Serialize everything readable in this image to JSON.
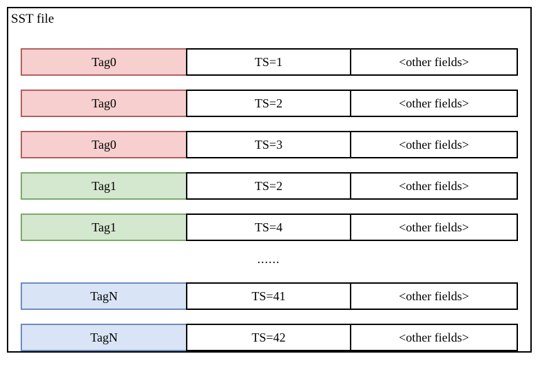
{
  "frame": {
    "title": "SST file"
  },
  "colors": {
    "tag0_fill": "#f7cfcf",
    "tag0_border": "#b25f5f",
    "tag1_fill": "#d4e7cf",
    "tag1_border": "#79aa69",
    "tagN_fill": "#d9e5f6",
    "tagN_border": "#6d8bba",
    "cell_border": "#000000",
    "frame_border": "#000000",
    "background": "#ffffff"
  },
  "rows": [
    {
      "tag": "Tag0",
      "ts": "TS=1",
      "other": "<other fields>",
      "color": "pink"
    },
    {
      "tag": "Tag0",
      "ts": "TS=2",
      "other": "<other fields>",
      "color": "pink"
    },
    {
      "tag": "Tag0",
      "ts": "TS=3",
      "other": "<other fields>",
      "color": "pink"
    },
    {
      "tag": "Tag1",
      "ts": "TS=2",
      "other": "<other fields>",
      "color": "green"
    },
    {
      "tag": "Tag1",
      "ts": "TS=4",
      "other": "<other fields>",
      "color": "green"
    }
  ],
  "ellipsis": "......",
  "rows_after": [
    {
      "tag": "TagN",
      "ts": "TS=41",
      "other": "<other fields>",
      "color": "blue"
    },
    {
      "tag": "TagN",
      "ts": "TS=42",
      "other": "<other fields>",
      "color": "blue"
    }
  ]
}
